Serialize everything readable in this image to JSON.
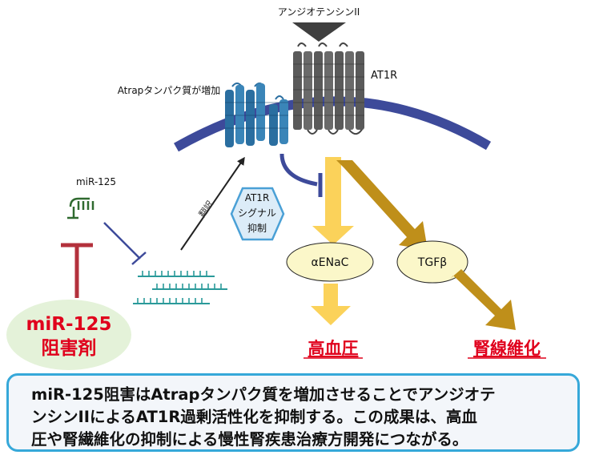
{
  "labels": {
    "angiotensin": "アンジオテンシンII",
    "at1r": "AT1R",
    "atrap": "Atrapタンパク質が増加",
    "mir125": "miR-125",
    "translation": "翻訳",
    "signal_line1": "AT1R",
    "signal_line2": "シグナル",
    "signal_line3": "抑制",
    "enac": "αENaC",
    "tgfb": "TGFβ",
    "hypertension": "高血圧",
    "fibrosis": "腎線維化",
    "inhibitor_line1": "miR-125",
    "inhibitor_line2": "阻害剤"
  },
  "summary": {
    "line1": "miR-125阻害はAtrapタンパク質を増加させることでアンジオテ",
    "line2": "ンシンIIによるAT1R過剰活性化を抑制する。この成果は、高血",
    "line3": "圧や腎繊維化の抑制による慢性腎疾患治療方開発につながる。"
  },
  "colors": {
    "membrane": "#3d4a9a",
    "atrap_protein": "#2a6ea0",
    "at1r_protein": "#5a5a5a",
    "mrna": "#2a9a9a",
    "mir125": "#2f6a2f",
    "yellow_arrow": "#fbd25a",
    "gold_arrow": "#bf8f1a",
    "red_text": "#e0001c",
    "inhibitor_bubble": "#e4f2d9",
    "summary_border": "#36a8d9"
  }
}
